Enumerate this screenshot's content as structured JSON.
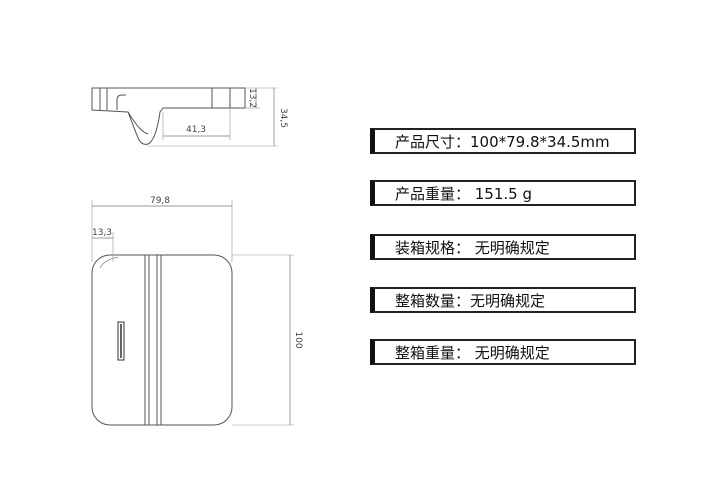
{
  "drawing": {
    "side_view": {
      "dim_height_total": "34,5",
      "dim_height_lip": "13,2",
      "dim_length": "41,3"
    },
    "front_view": {
      "dim_width": "79,8",
      "dim_offset": "13,3",
      "dim_height": "100"
    }
  },
  "specs": [
    {
      "text": "产品尺寸：100*79.8*34.5mm"
    },
    {
      "text": "产品重量： 151.5 g"
    },
    {
      "text": "装箱规格：  无明确规定"
    },
    {
      "text": "整箱数量：无明确规定"
    },
    {
      "text": "整箱重量：  无明确规定"
    }
  ]
}
